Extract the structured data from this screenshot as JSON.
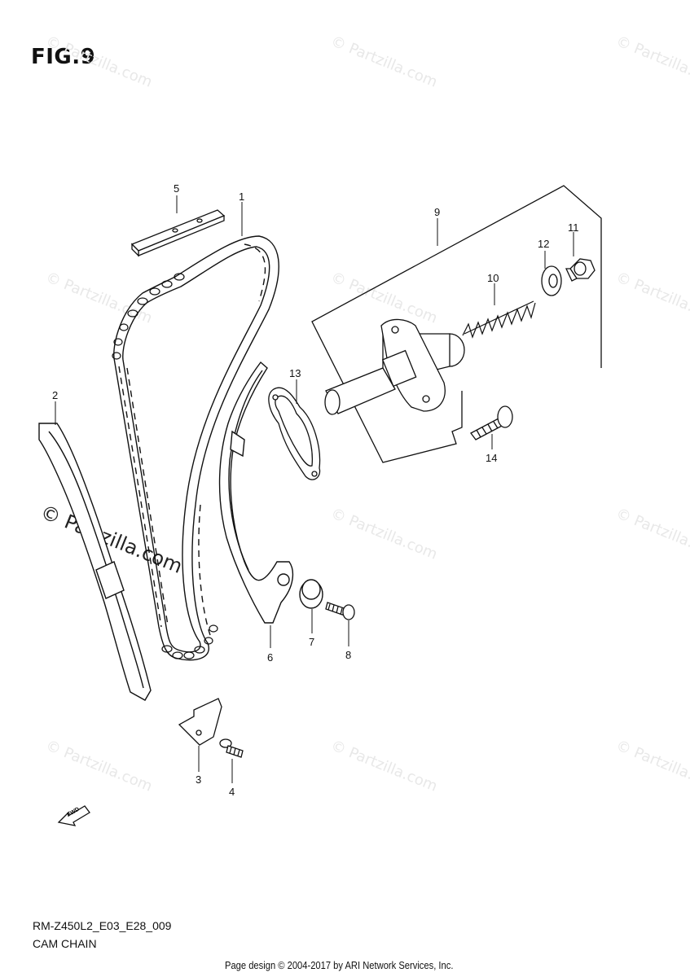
{
  "figure": {
    "title": "FIG.9",
    "model_code": "RM-Z450L2_E03_E28_009",
    "caption": "CAM CHAIN",
    "copyright": "Page design © 2004-2017 by ARI Network Services, Inc."
  },
  "watermark": {
    "text": "© Partzilla.com"
  },
  "callouts": {
    "c1": "1",
    "c2": "2",
    "c3": "3",
    "c4": "4",
    "c5": "5",
    "c6": "6",
    "c7": "7",
    "c8": "8",
    "c9": "9",
    "c10": "10",
    "c11": "11",
    "c12": "12",
    "c13": "13",
    "c14": "14"
  },
  "fwd_label": "FWD"
}
